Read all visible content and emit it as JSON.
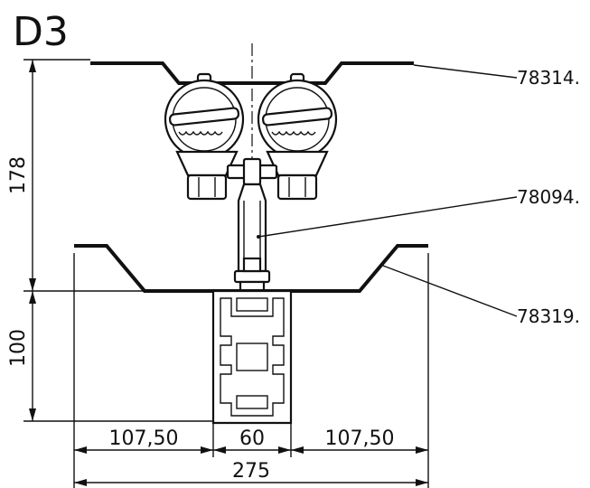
{
  "title": "D3",
  "parts": {
    "top_rail": "78314.",
    "bracket": "78094.",
    "bottom_rail": "78319."
  },
  "dimensions": {
    "upper_height": "178",
    "lower_height": "100",
    "left_offset": "107,50",
    "profile_width": "60",
    "right_offset": "107,50",
    "overall_width": "275"
  }
}
